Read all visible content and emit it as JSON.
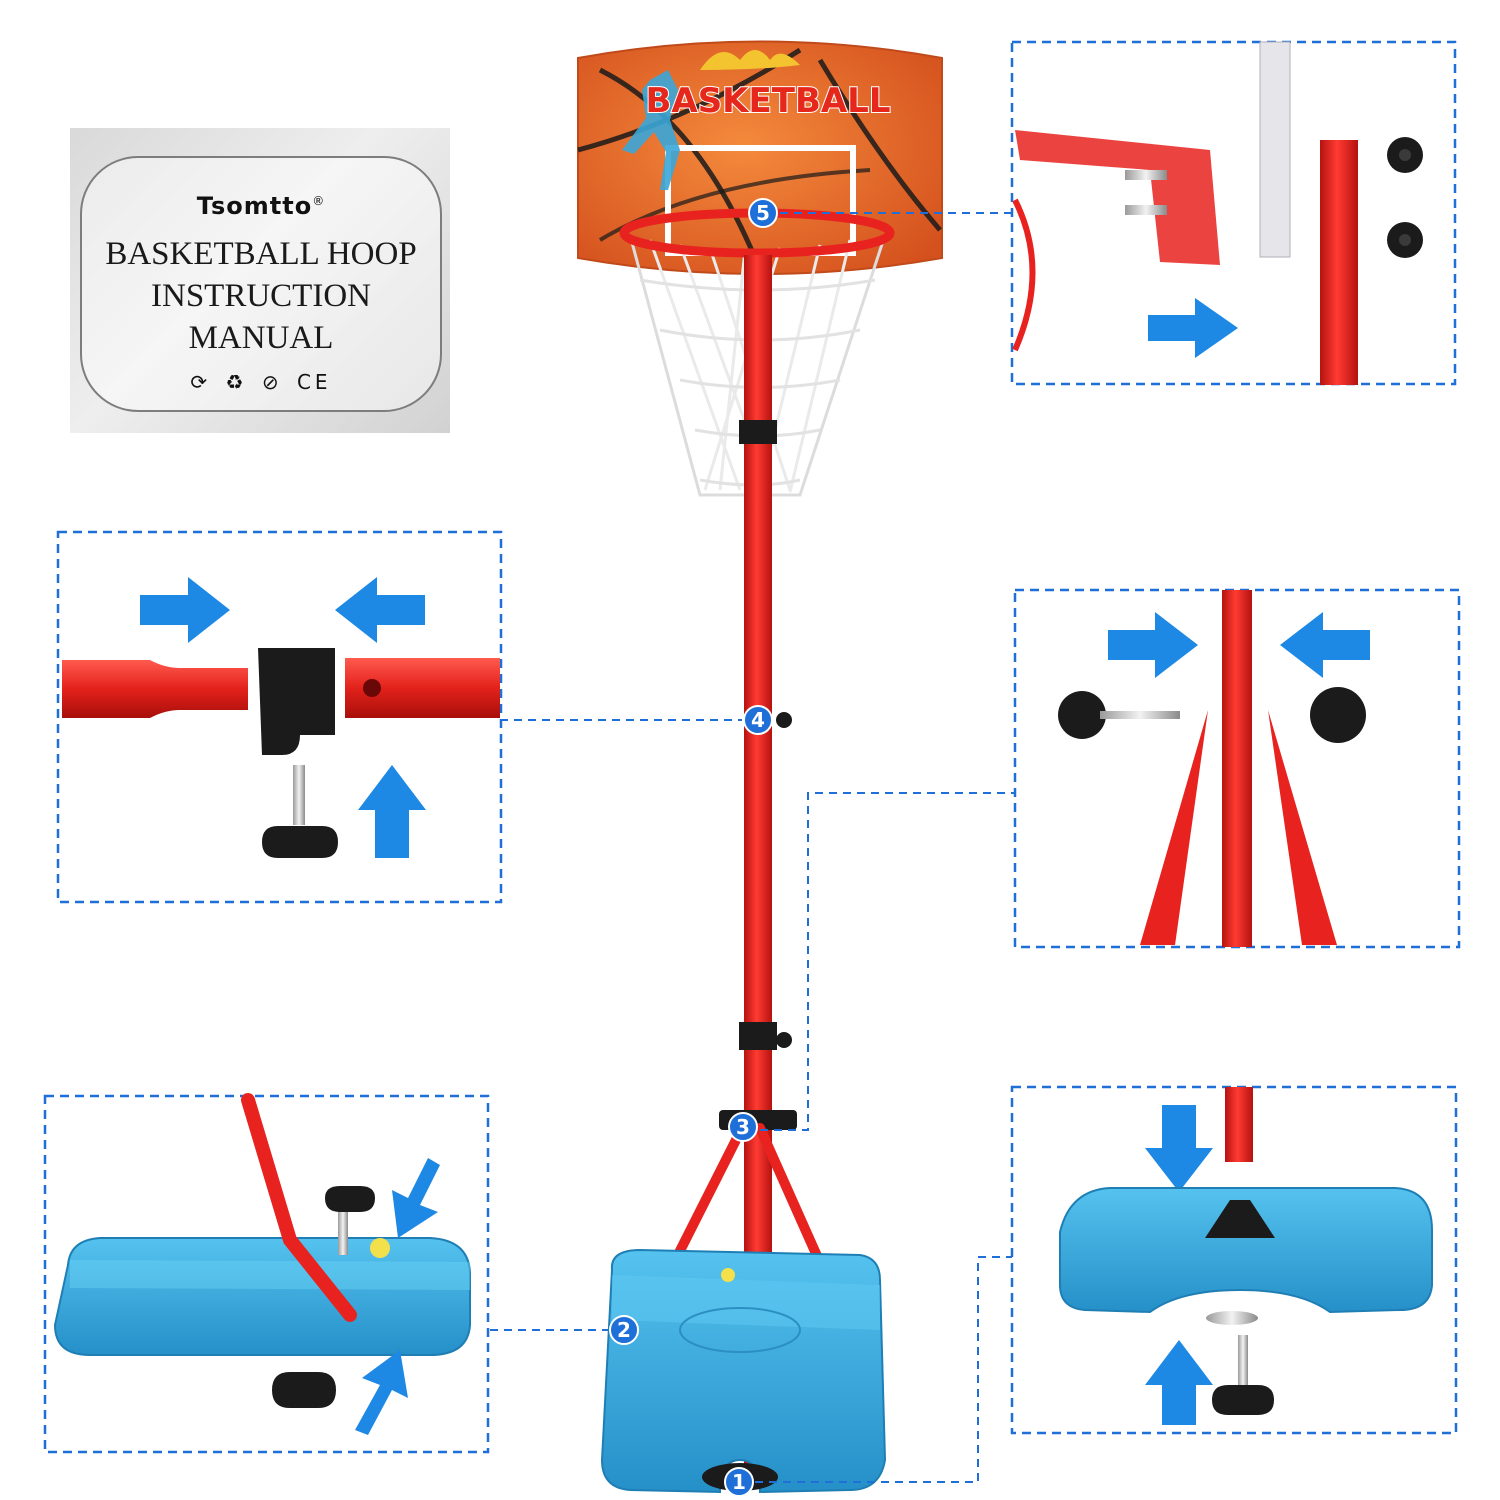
{
  "manual": {
    "brand": "Tsomtto",
    "trademark": "®",
    "title_line1": "BASKETBALL HOOP",
    "title_line2": "INSTRUCTION",
    "title_line3": "MANUAL",
    "compliance_marks": [
      "recycle-arrows-icon",
      "recycling-icon",
      "no-mouth-icon",
      "CE"
    ]
  },
  "backboard": {
    "text": "BASKETBALL"
  },
  "steps": [
    "1",
    "2",
    "3",
    "4",
    "5"
  ],
  "colors": {
    "accent_blue": "#1e88e5",
    "pole_red": "#e8231f",
    "base_blue": "#38a9df",
    "knob_black": "#1b1b1b",
    "backboard_orange": "#e8662a"
  }
}
